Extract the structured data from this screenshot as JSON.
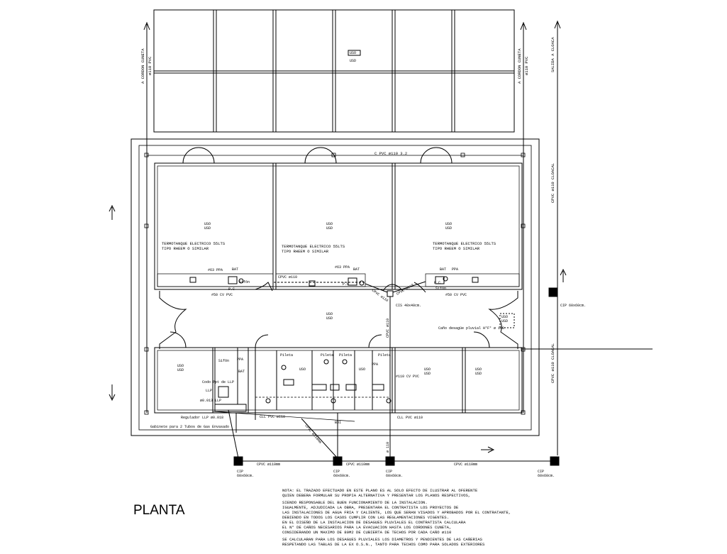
{
  "title": "PLANTA",
  "roof_tag": "USO",
  "room_tag": "USO",
  "room_tag2": "USD",
  "left_vertical_label": "A CORDON CUNETA",
  "left_vertical_sub": "ø110 PVC",
  "right_vertical_label": "A CORDON CUNETA",
  "right_vertical_sub": "ø110 PVC",
  "far_right_vertical_top": "SALIDA A CLOACA",
  "far_right_vertical_mid": "CPVC ø110 CLOACAL",
  "far_right_vertical_low": "CPVC ø110 CLOACAL",
  "top_pipe": "C PVC ø110 3.2",
  "heater_line1": "TERMOTANQUE ELECTRICO 55LTS",
  "heater_line2": "TIPO RHEEM O SIMILAR",
  "heater2_line1": "TERMOTANQUE ELECTRICO 55LTS",
  "heater2_line2": "TIPO RHEEM O SIMILAR",
  "heater3_line1": "TERMOTANQUE ELECTRICO 55LTS",
  "heater3_line2": "TIPO RHEEM O SIMILAR",
  "ppa1": "#63 PPA",
  "bat1": "BAT",
  "pc1": "P.C",
  "sifon1": "Sifón",
  "cv_left": "#50 CV PVC",
  "cpvc_mid": "CPVC ø110",
  "ppa2": "#63 PPA",
  "bat2": "BAT",
  "pc2": "P.C",
  "cis": "CIS 40x40cm.",
  "cpvc_diag1": "CPVC ø110",
  "cpvc_diag2": "CPVC ø110",
  "cv_right": "#50 CV PVC",
  "bat3": "BAT",
  "ppa3": "PPA",
  "pc3": "P.C",
  "sifon3": "Sifón",
  "cip_right": "CIP 60x60cm.",
  "canio": "Caño desagüe pluvial H°F° ø 100",
  "vertical_cpvc_center": "CPVC ø110",
  "pileta": "Pileta",
  "sifon_bath": "Sifón",
  "ppa": "PPA",
  "bat": "BAT",
  "cv_bath": "#110 CV PVC",
  "codo": "Codo Ppt de LLP",
  "llp": "LLP",
  "equip": "ø0.013 LLP",
  "regulador": "Regulador LLP ø0.018",
  "cabinet": "Gabinete para 2 Tubos de Gas Envasado",
  "cll1": "CLL PVC ø110",
  "bdi": "BDI",
  "cll2": "CLL PVC ø110",
  "diag_bottom": "CPVC ø110mm",
  "vert_bottom": "ø 110",
  "bot_pipe1": "CPVC ø110mm",
  "bot_pipe2": "CPVC ø110mm",
  "bot_pipe3": "CPVC ø110mm",
  "cip_label": "CIP",
  "cip_size": "60x60cm.",
  "notes": [
    "NOTA: EL TRAZADO EFECTUADO EN ESTE PLANO ES AL SOLO EFECTO DE ILUSTRAR AL OFERENTE",
    "QUIEN DEBERA FORMULAR SU PROPIA ALTERNATIVA Y   PRESENTAR LOS PLANOS RESPECTIVOS,",
    "SIENDO RESPONSABLE DEL BUEN FUNCIONAMIENTO DE LA INSTALACION.",
    "IGUALMENTE, ADJUDICADA LA OBRA, PRESENTARA EL CONTRATISTA LOS PROYECTOS DE",
    "LAS INSTALACIONES DE AGUA FRIA Y CALIENTE, LOS QUE SERAN VISADOS Y APROBADOS POR EL CONTRATANTE,",
    "DEBIENDO EN TODOS LOS CASOS CUMPLIR CON LAS REGLAMENTACIONES VIGENTES.",
    "EN EL DISEÑO DE LA INSTALACION DE DESAGUES PLUVIALES EL CONTRATISTA CALCULARA",
    "EL N° DE CAÑOS NECESARIOS PARA LA EVACUACION HASTA LOS CORDONES CUNETA,",
    "CONSIDERANDO UN MAXIMO DE 80M2 DE CUBIERTA DE TECHOS POR CADA CAÑO ø110",
    "SE CALCULARAN PARA LOS DESAGUES PLUVIALES LOS DIAMETROS Y PENDIENTES DE LAS CAÑERIAS",
    "RESPETANDO LAS TABLAS DE LA EX O.S.N., TANTO PARA TECHOS COMO PARA SOLADOS EXTERIORES"
  ]
}
